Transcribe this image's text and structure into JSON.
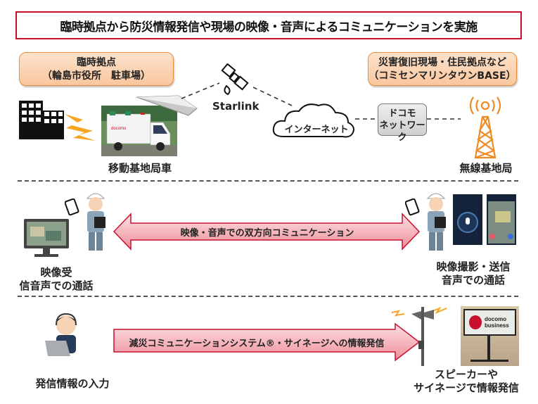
{
  "title": "臨時拠点から防災情報発信や現場の映像・音声によるコミュニケーションを実施",
  "colors": {
    "accent_red": "#c8102e",
    "orange": "#f08a24",
    "box_orange": "#f9c79e"
  },
  "section1": {
    "left_box": {
      "line1": "臨時拠点",
      "line2": "（輪島市役所　駐車場）"
    },
    "right_box": {
      "line1": "災害復旧現場・住民拠点など",
      "line2": "（コミセンマリンタウンBASE）"
    },
    "starlink_label": "Starlink",
    "internet_label": "インターネット",
    "docomo_network": {
      "line1": "ドコモ",
      "line2": "ネットワーク"
    },
    "vehicle_label": "移動基地局車",
    "base_station_label": "無線基地局",
    "icons": [
      "building-icon",
      "lightning-icon",
      "vehicle-photo",
      "dish-antenna-icon",
      "satellite-icon",
      "cloud-icon",
      "radio-tower-icon"
    ]
  },
  "section2": {
    "arrow_label": "映像・音声での双方向コミュニケーション",
    "left_caption": {
      "line1": "映像受",
      "line2": "信音声での通話"
    },
    "right_caption": {
      "line1": "映像撮影・送信",
      "line2": "音声での通話"
    }
  },
  "section3": {
    "arrow_label": "減災コミュニケーションシステム®・サイネージへの情報発信",
    "left_caption": "発信情報の入力",
    "right_caption": {
      "line1": "スピーカーや",
      "line2": "サイネージで情報発信"
    },
    "signage_brand": {
      "line1": "docomo",
      "line2": "business"
    }
  }
}
